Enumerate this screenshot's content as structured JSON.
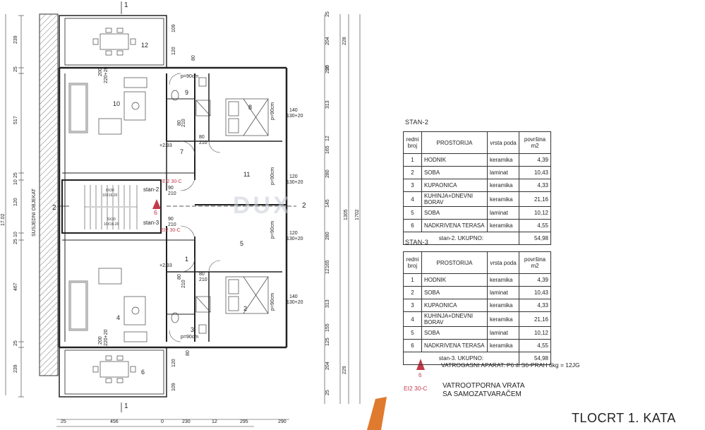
{
  "title": "TLOCRT   1. KATA",
  "neighbor_label": "SUSJEDNI OBJEKAT",
  "watermark": "DUX",
  "colors": {
    "accent_red": "#c23b4a",
    "line": "#333333",
    "orange_mark": "#e07a2e"
  },
  "rooms": {
    "r12_top": "12",
    "r10": "10",
    "r9": "9",
    "r8": "8",
    "r7": "7",
    "r11": "11",
    "r6_mid": "6",
    "r5": "5",
    "r1": "1",
    "r4": "4",
    "r3": "3",
    "r2": "2",
    "r6_bottom": "6"
  },
  "labels": {
    "stan2": "stan-2",
    "stan3": "stan-3",
    "ei_top": "EI2 30-C",
    "ei_bottom": "EI2 30-C",
    "lvl_top": "+2.93",
    "lvl_bottom": "+2.93",
    "stair_a": "8X30",
    "stair_b": "10X16.20",
    "stair_c": "5X30",
    "stair_d": "10X16.20",
    "door_top": "p=90cm",
    "door_bottom": "p=90cm",
    "d_8": "p=90cm",
    "d_11": "p=90cm",
    "d_5": "p=90cm",
    "d_2": "p=90cm",
    "win_200a": "200",
    "win_220a": "220+20",
    "win_200b": "200",
    "win_220b": "220+20",
    "d80_1": "80",
    "d210_1": "210",
    "d80_2": "80",
    "d210_2": "210",
    "d90_1": "90",
    "d210_3": "210",
    "d90_2": "90",
    "d210_4": "210",
    "d80_3": "80",
    "d210_5": "210",
    "d80_4": "80",
    "d210_6": "210",
    "w140a": "140",
    "w130a": "130+20",
    "w120a": "120",
    "w130b": "130+20",
    "w120b": "120",
    "w130c": "130+20",
    "w140b": "140",
    "w130d": "130+20",
    "d109": "109",
    "d120": "120",
    "d80v": "80",
    "d120b": "120",
    "d80b": "80",
    "d109b": "109",
    "sec1_top": "1",
    "sec1_bottom": "1",
    "sec2_left": "2",
    "sec2_right": "2"
  },
  "dims_left": [
    "239",
    "25",
    "517",
    "25",
    "10",
    "120",
    "10",
    "25",
    "467",
    "25",
    "239"
  ],
  "dims_left_total": "17.02",
  "dims_right": [
    "25",
    "204",
    "25",
    "250",
    "313",
    "12",
    "165",
    "280",
    "145",
    "280",
    "165",
    "12",
    "313",
    "155",
    "125",
    "204",
    "25"
  ],
  "dims_right_b": [
    "228",
    "229"
  ],
  "dims_right_total_a": "1305",
  "dims_right_total_b": "1702",
  "dims_bottom": [
    "25",
    "456",
    "0",
    "230",
    "12",
    "295",
    "290"
  ],
  "table_headers": [
    "redni broj",
    "PROSTORIJA",
    "vrsta poda",
    "površina m2"
  ],
  "stan2": {
    "title": "STAN-2",
    "rows": [
      [
        "1",
        "HODNIK",
        "keramika",
        "4,39"
      ],
      [
        "2",
        "SOBA",
        "laminat",
        "10,43"
      ],
      [
        "3",
        "KUPAONICA",
        "keramika",
        "4,33"
      ],
      [
        "4",
        "KUHINJA+DNEVNI BORAV",
        "keramika",
        "21,16"
      ],
      [
        "5",
        "SOBA",
        "laminat",
        "10,12"
      ],
      [
        "6",
        "NADKRIVENA TERASA",
        "keramika",
        "4,55"
      ]
    ],
    "total_label": "stan-2.  UKUPNO:",
    "total": "54,98"
  },
  "stan3": {
    "title": "STAN-3",
    "rows": [
      [
        "1",
        "HODNIK",
        "keramika",
        "4,39"
      ],
      [
        "2",
        "SOBA",
        "laminat",
        "10,43"
      ],
      [
        "3",
        "KUPAONICA",
        "keramika",
        "4,33"
      ],
      [
        "4",
        "KUHINJA+DNEVNI BORAV",
        "keramika",
        "21,16"
      ],
      [
        "5",
        "SOBA",
        "laminat",
        "10,12"
      ],
      [
        "6",
        "NADKRIVENA TERASA",
        "keramika",
        "4,55"
      ]
    ],
    "total_label": "stan-3.  UKUPNO:",
    "total": "54,98"
  },
  "legend": {
    "extinguisher_num": "6",
    "extinguisher_text": "VATROGASNI APARAT: P6 ili S6-PRAH 6kg = 12JG",
    "door_code": "EI2 30-C",
    "door_text_1": "VATROOTPORNA VRATA",
    "door_text_2": "SA SAMOZATVARAČEM"
  }
}
